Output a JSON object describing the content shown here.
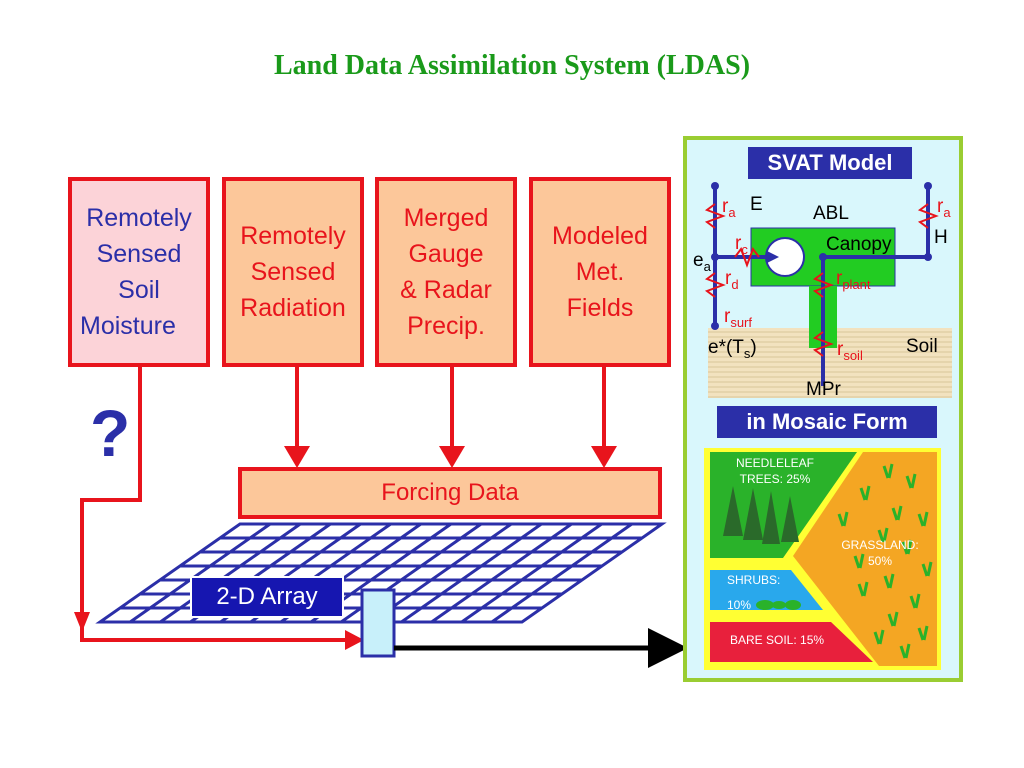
{
  "title": "Land Data Assimilation System (LDAS)",
  "sources": [
    {
      "lines": [
        "Remotely",
        "Sensed",
        "Soil",
        "Moisture"
      ]
    },
    {
      "lines": [
        "Remotely",
        "Sensed",
        "Radiation"
      ]
    },
    {
      "lines": [
        "Merged",
        "Gauge",
        "& Radar",
        "Precip."
      ]
    },
    {
      "lines": [
        "Modeled",
        "Met.",
        "Fields"
      ]
    }
  ],
  "question_mark": "?",
  "forcing_label": "Forcing Data",
  "array_label": "2-D Array",
  "svat": {
    "title": "SVAT Model",
    "labels": {
      "E": "E",
      "ABL": "ABL",
      "Canopy": "Canopy",
      "H": "H",
      "ea": "e",
      "ea_sub": "a",
      "estar": "e*(T",
      "estar_sub": "s",
      "estar_close": ")",
      "soil": "Soil",
      "mpr": "MPr"
    },
    "resistances": {
      "ra_left": "r",
      "ra_left_sub": "a",
      "rc": "r",
      "rc_sub": "c",
      "rd": "r",
      "rd_sub": "d",
      "rplant": "r",
      "rplant_sub": "plant",
      "rsurf": "r",
      "rsurf_sub": "surf",
      "rsoil": "r",
      "rsoil_sub": "soil",
      "ra_right": "r",
      "ra_right_sub": "a"
    }
  },
  "mosaic": {
    "title": "in Mosaic Form",
    "needleleaf": [
      "NEEDLELEAF",
      "TREES:  25%"
    ],
    "grassland": [
      "GRASSLAND:",
      "50%"
    ],
    "shrubs": [
      "SHRUBS:",
      "10%"
    ],
    "bare_soil": "BARE SOIL:  15%"
  },
  "colors": {
    "red": "#e8141c",
    "navy": "#2b2fa8",
    "green_title": "#1a9a1a",
    "peach": "#fcc79a",
    "pink": "#fcd3d8",
    "panel_bg": "#d9f7fc",
    "panel_border": "#9acd32"
  }
}
